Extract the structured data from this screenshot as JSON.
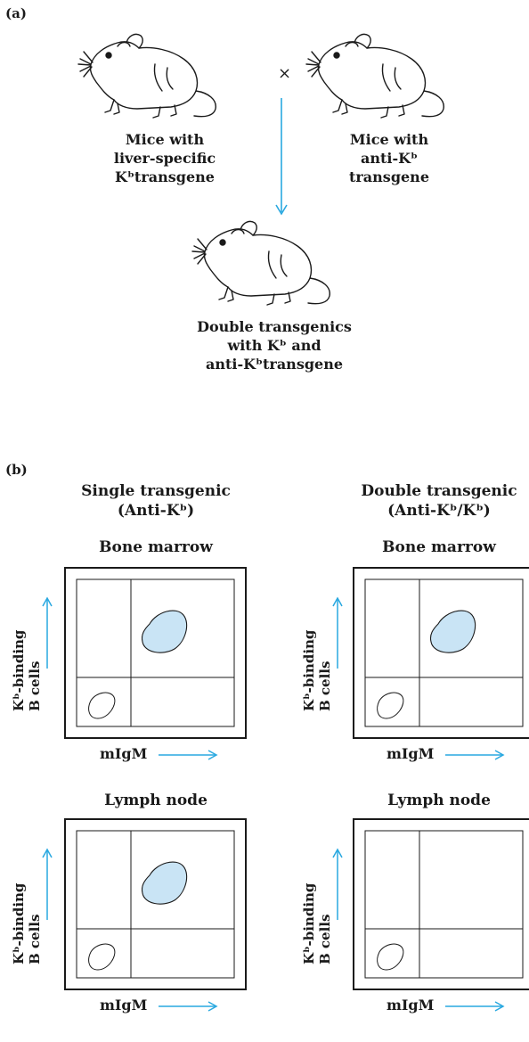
{
  "panel_a": {
    "label": "(a)",
    "cross_symbol": "×",
    "left_parent": [
      "Mice with",
      "liver-specific",
      "Kᵇtransgene"
    ],
    "right_parent": [
      "Mice with",
      "anti-Kᵇ",
      "transgene"
    ],
    "offspring": [
      "Double transgenics",
      "with Kᵇ and",
      "anti-Kᵇtransgene"
    ]
  },
  "panel_b": {
    "label": "(b)",
    "col_left_title": [
      "Single transgenic",
      "(Anti-Kᵇ)"
    ],
    "col_right_title": [
      "Double transgenic",
      "(Anti-Kᵇ/Kᵇ)"
    ],
    "row1_title": "Bone marrow",
    "row2_title": "Lymph node",
    "ylabel_line1": "Kᵇ-binding",
    "ylabel_line2": "B cells",
    "xlabel": "mIgM",
    "plots": [
      {
        "name": "single-bone-marrow",
        "high_population": true
      },
      {
        "name": "double-bone-marrow",
        "high_population": true
      },
      {
        "name": "single-lymph-node",
        "high_population": true
      },
      {
        "name": "double-lymph-node",
        "high_population": false
      }
    ]
  },
  "colors": {
    "accent": "#29a8e0",
    "population_fill": "#c9e4f5",
    "line": "#1a1a1a"
  },
  "icons": {
    "mouse": "mouse-icon",
    "arrow": "arrow-icon"
  }
}
